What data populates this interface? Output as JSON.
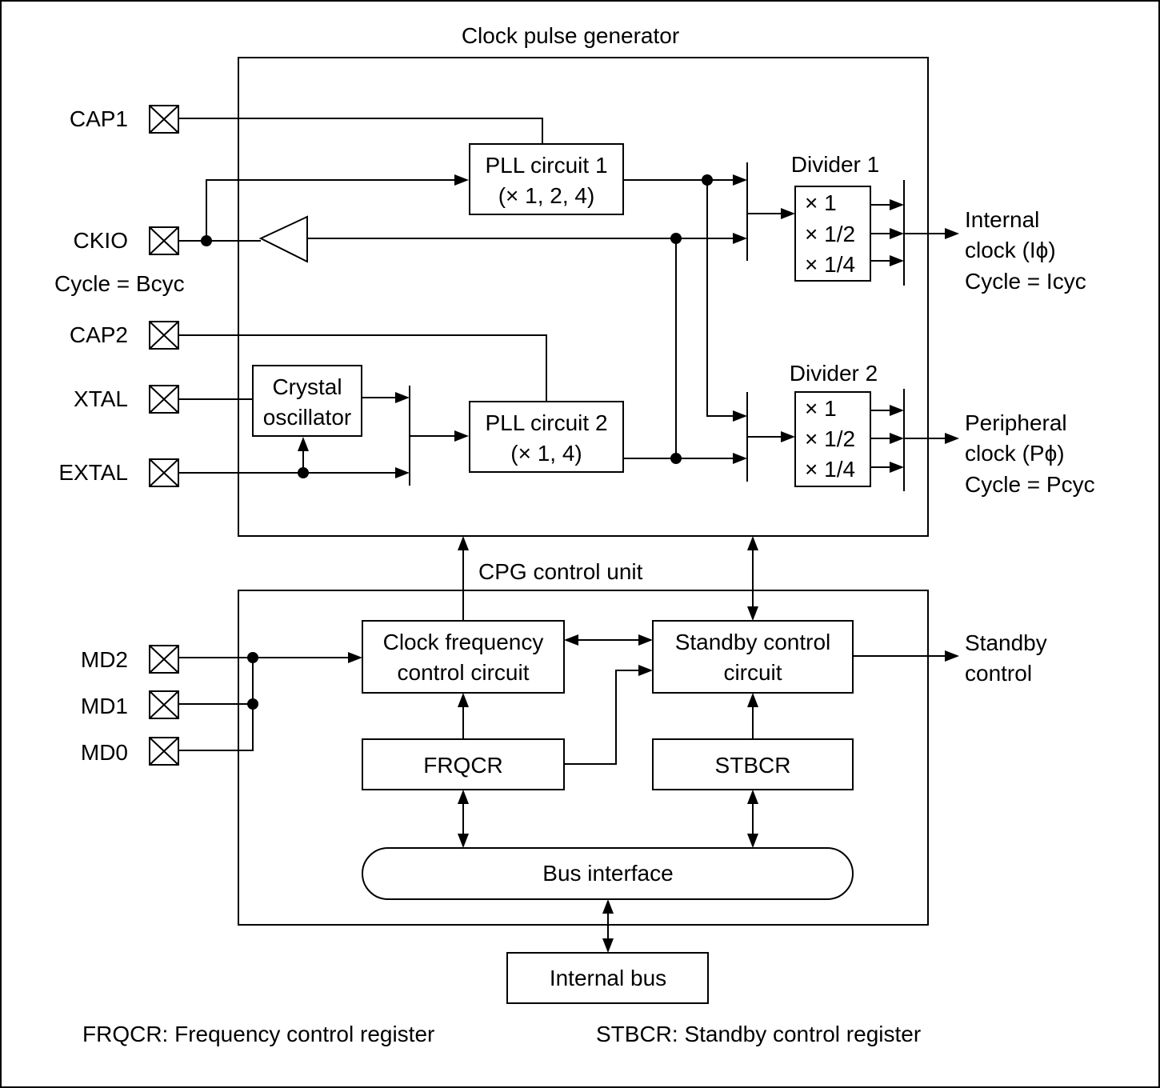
{
  "cpg": {
    "title": "Clock pulse generator"
  },
  "pins": {
    "cap1": "CAP1",
    "ckio": "CKIO",
    "ckio_cycle": "Cycle = Bcyc",
    "cap2": "CAP2",
    "xtal": "XTAL",
    "extal": "EXTAL",
    "md2": "MD2",
    "md1": "MD1",
    "md0": "MD0"
  },
  "pll1": {
    "line1": "PLL circuit 1",
    "line2": "(× 1, 2, 4)"
  },
  "pll2": {
    "line1": "PLL circuit 2",
    "line2": "(× 1, 4)"
  },
  "crystal": {
    "line1": "Crystal",
    "line2": "oscillator"
  },
  "divider1": {
    "title": "Divider 1",
    "ratios": [
      "× 1",
      "× 1/2",
      "× 1/4"
    ]
  },
  "divider2": {
    "title": "Divider 2",
    "ratios": [
      "× 1",
      "× 1/2",
      "× 1/4"
    ]
  },
  "outputs": {
    "internal": [
      "Internal",
      "clock (Iϕ)",
      "Cycle = Icyc"
    ],
    "peripheral": [
      "Peripheral",
      "clock (Pϕ)",
      "Cycle = Pcyc"
    ],
    "standby": [
      "Standby",
      "control"
    ]
  },
  "control_unit": {
    "title": "CPG control unit",
    "clock_freq": {
      "line1": "Clock frequency",
      "line2": "control circuit"
    },
    "standby_circ": {
      "line1": "Standby control",
      "line2": "circuit"
    },
    "frqcr": "FRQCR",
    "stbcr": "STBCR",
    "bus_interface": "Bus interface"
  },
  "internal_bus": "Internal bus",
  "legend": {
    "frqcr": "FRQCR:  Frequency control register",
    "stbcr": "STBCR: Standby control register"
  }
}
